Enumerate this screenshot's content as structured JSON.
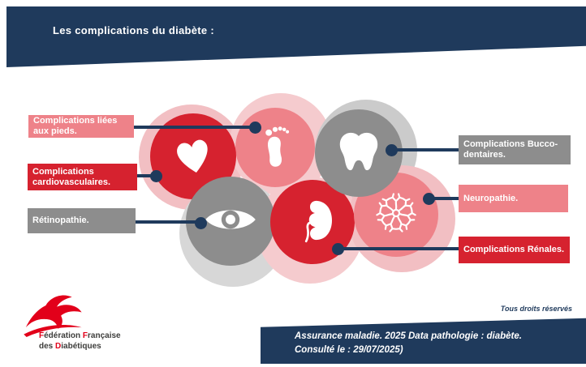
{
  "colors": {
    "navy": "#1f3a5c",
    "red": "#d6222f",
    "salmon": "#ee8289",
    "gray": "#8d8d8d",
    "pink_halo": "#f2bfc3",
    "pink_halo_light": "#f5cbce",
    "gray_halo": "#cbcbcb",
    "gray_halo_light": "#d7d7d7",
    "logo_red": "#e2001a"
  },
  "header": {
    "title": "Les complications du diabète :"
  },
  "complications": [
    {
      "label": "Complications liées aux pieds.",
      "icon": "footprint-icon",
      "color": "salmon"
    },
    {
      "label": "Complications cardiovasculaires.",
      "icon": "heart-icon",
      "color": "red"
    },
    {
      "label": "Rétinopathie.",
      "icon": "eye-icon",
      "color": "gray"
    },
    {
      "label": "Complications Bucco-dentaires.",
      "icon": "tooth-icon",
      "color": "gray"
    },
    {
      "label": "Neuropathie.",
      "icon": "neuron-icon",
      "color": "salmon"
    },
    {
      "label": "Complications Rénales.",
      "icon": "kidney-icon",
      "color": "red"
    }
  ],
  "footer": {
    "rights": "Tous droits réservés",
    "source_line1": "Assurance maladie. 2025 Data pathologie : diabète.",
    "source_line2": "Consulté le : 29/07/2025)"
  },
  "logo": {
    "f1": "F",
    "r1": "édération ",
    "f2": "F",
    "r2": "rançaise",
    "d1": "des ",
    "f3": "D",
    "r3": "iabétiques"
  }
}
